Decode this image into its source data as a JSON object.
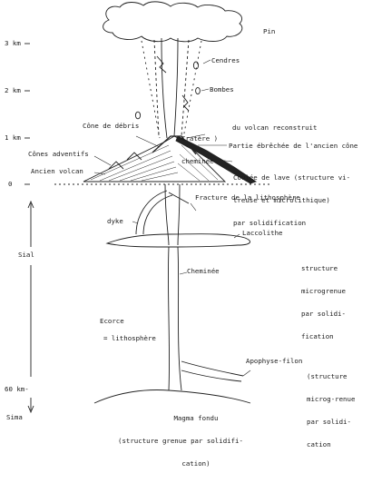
{
  "scale": {
    "t3": "3 km",
    "t2": "2 km",
    "t1": "1 km",
    "t0": "0",
    "sial": "Sial",
    "t60": "60 km-",
    "sima": "Sima"
  },
  "labels": {
    "pin": "Pin",
    "cendres": "Cendres",
    "bombes": "Bombes",
    "cone_debris": "Cône de débris",
    "cratere": [
      "Cratère )",
      "cheminée"
    ],
    "volcan_reconstruit": "du volcan reconstruit",
    "partie_ebrechee": "Partie ébrêchée de l'ancien cône",
    "cones_adventifs": "Cônes adventifs",
    "coulee": [
      "Coulée de lave (structure vi-",
      "treuse et microlithique)",
      "par solidification"
    ],
    "ancien_volcan": "Ancien volcan",
    "fracture": "Fracture de la lithosphère",
    "dyke": "dyke",
    "laccolithe": "Laccolithe",
    "structure_microgrenue": [
      "structure",
      "microgrenue",
      "par solidi-",
      "fication"
    ],
    "cheminee": "Cheminée",
    "ecorce": "Ecorce",
    "lithosphere": "= lithosphère",
    "apophyse": "Apophyse-filon",
    "structure_apophyse": [
      "(structure",
      "microg-renue",
      "par solidi-",
      "cation"
    ],
    "magma": [
      "Magma fondu",
      "(structure grenue par solidifi-",
      "cation)"
    ]
  }
}
